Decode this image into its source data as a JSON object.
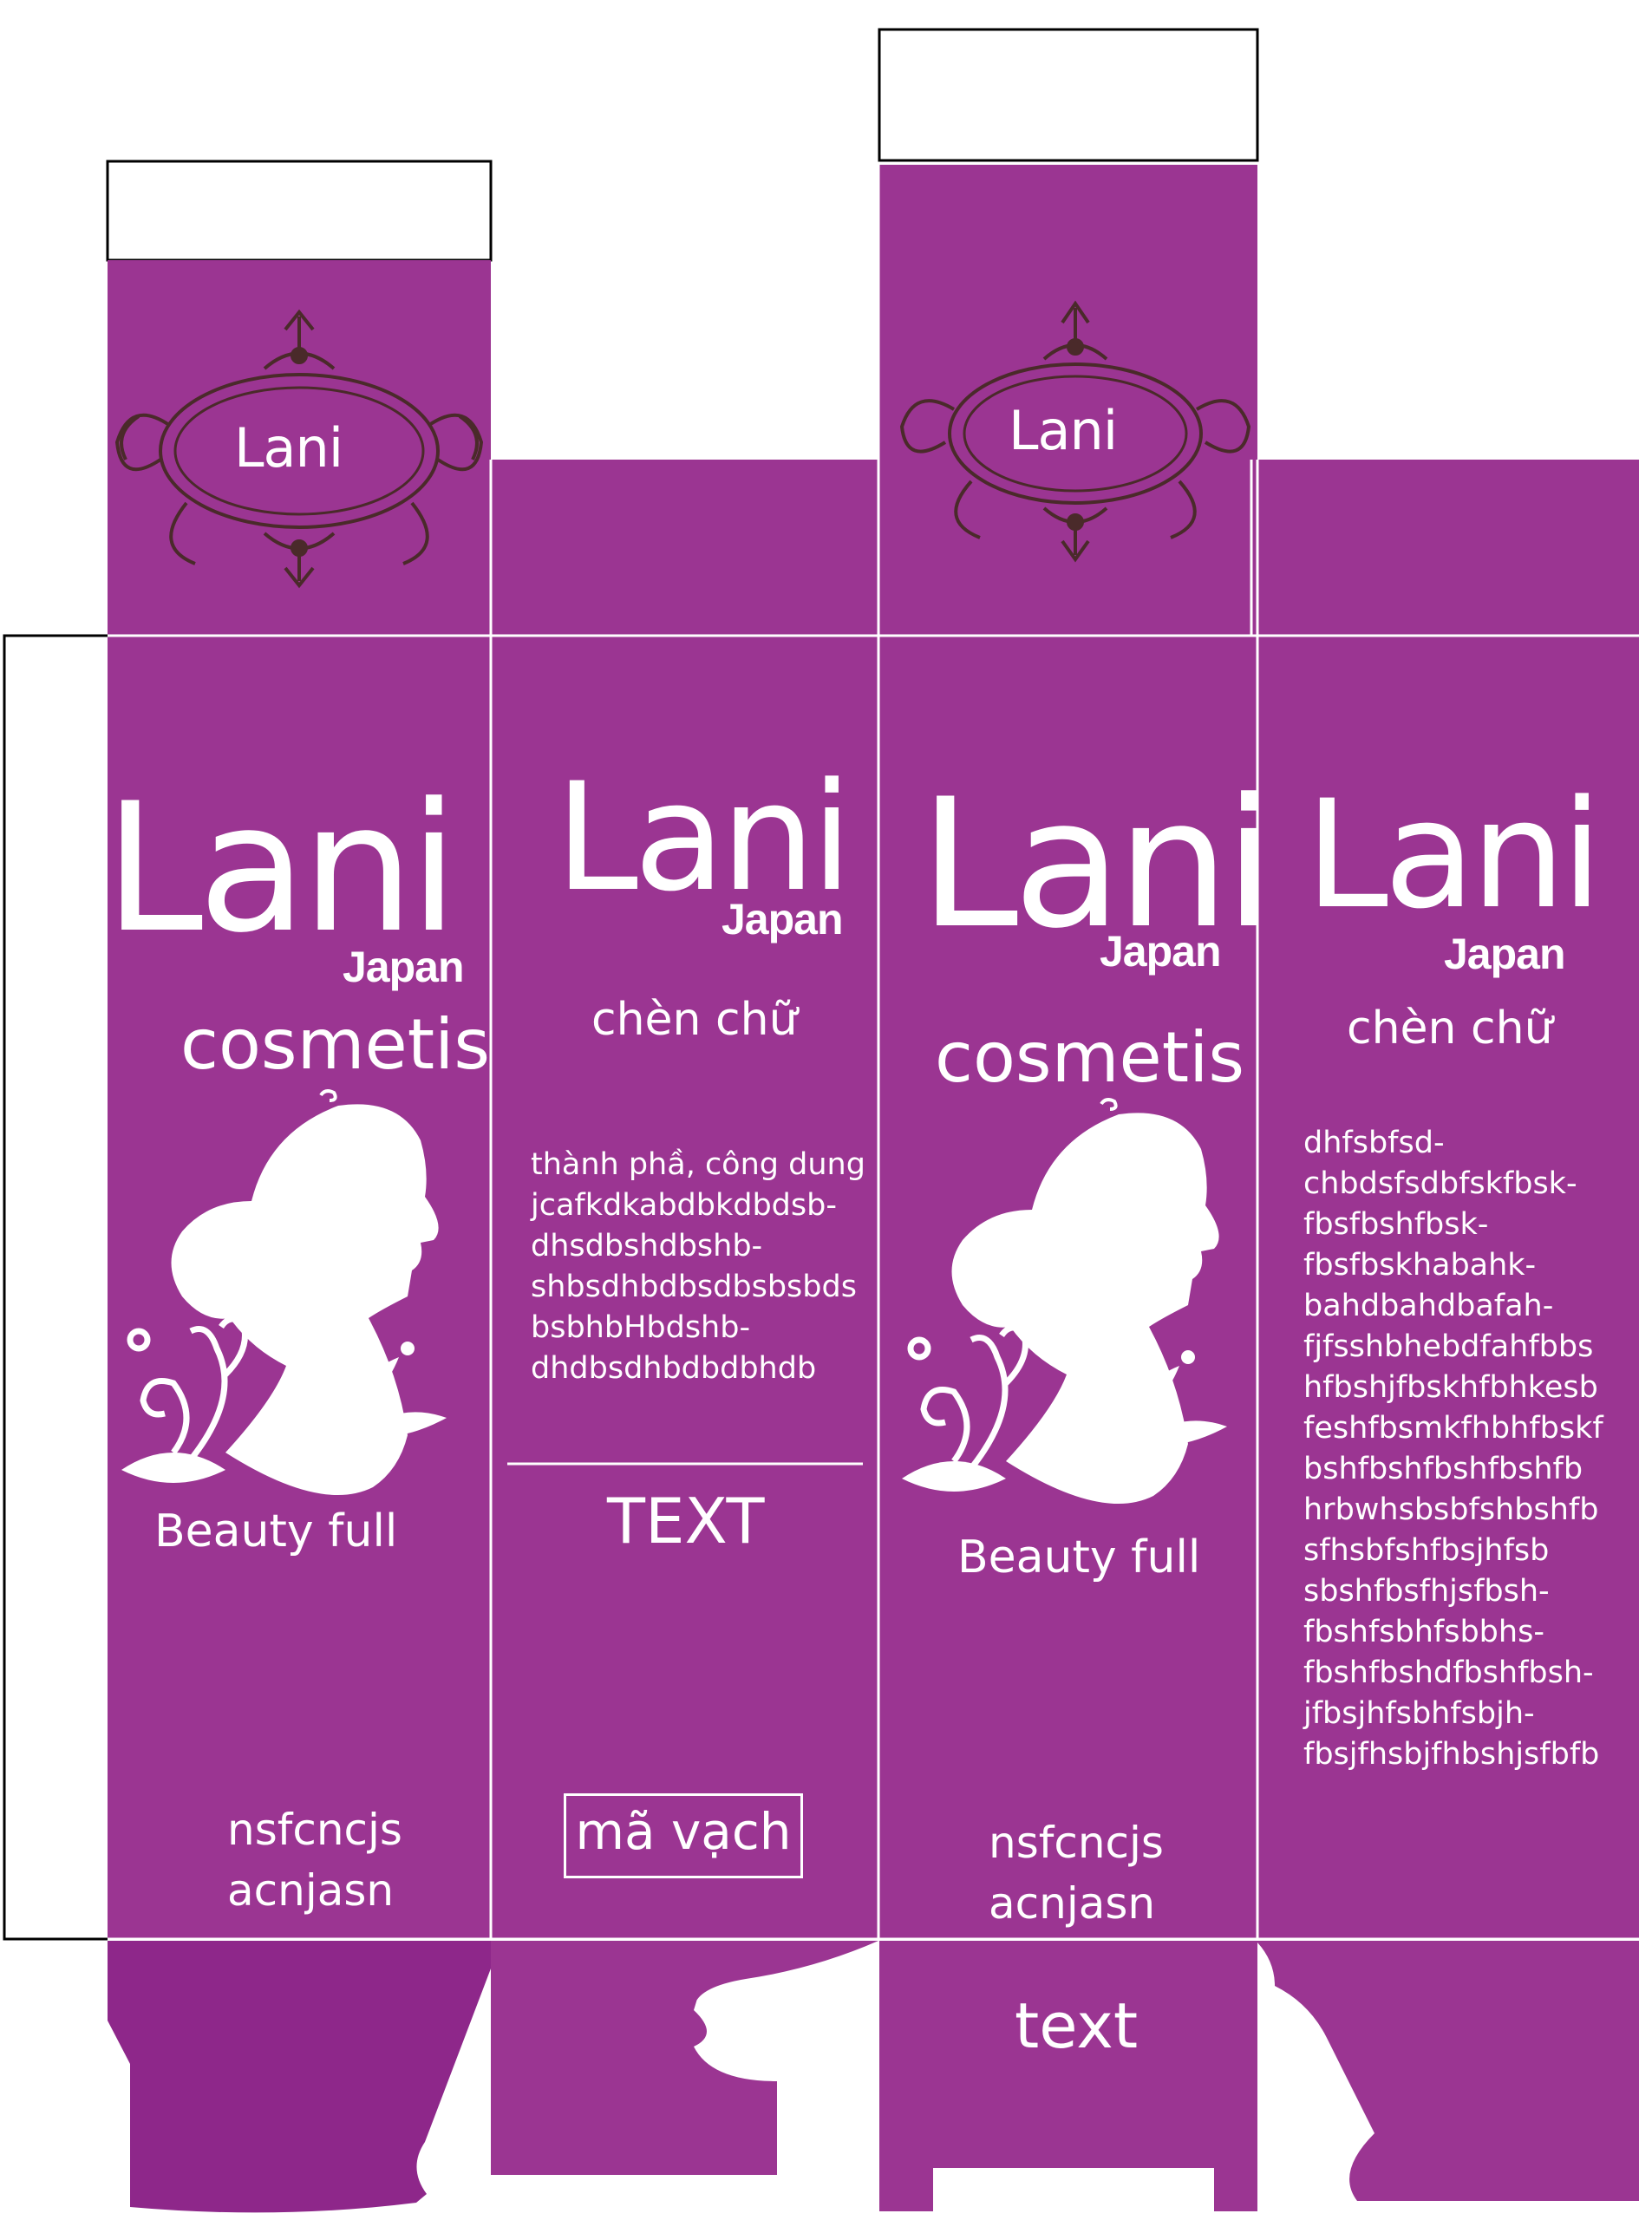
{
  "brand_color": "#9b3592",
  "dark_flap_color": "#8e278a",
  "ornament_color": "#4a2a2a",
  "panel1": {
    "seal": "Lani",
    "brand": "Lani",
    "origin": "Japan",
    "product": "cosmetis",
    "tagline": "Beauty full",
    "sig_line1": "nsfcncjs",
    "sig_line2": "acnjasn"
  },
  "panel2": {
    "brand": "Lani",
    "origin": "Japan",
    "placeholder": "chèn chữ",
    "info_lines": [
      "thành phầ, công dung",
      "jcafkdkabdbkdbdsb-",
      "dhsdbshdbshb-",
      "shbsdhbdbsdbsbsbds",
      "bsbhbHbdshb-",
      "dhdbsdhbdbdbhdb"
    ],
    "section_title": "TEXT",
    "barcode_label": "mã vạch"
  },
  "panel3": {
    "seal": "Lani",
    "brand": "Lani",
    "origin": "Japan",
    "product": "cosmetis",
    "tagline": "Beauty full",
    "sig_line1": "nsfcncjs",
    "sig_line2": "acnjasn",
    "bottom_label": "text"
  },
  "panel4": {
    "brand": "Lani",
    "origin": "Japan",
    "placeholder": "chèn chữ",
    "body_lines": [
      "dhfsbfsd-",
      "chbdsfsdbfskfbsk-",
      "fbsfbshfbsk-",
      "fbsfbskhabahk-",
      "bahdbahdbafah-",
      "fjfsshbhebdfahfbbs",
      "hfbshjfbskhfbhkesb",
      "feshfbsmkfhbhfbskf",
      "bshfbshfbshfbshfb",
      "hrbwhsbsbfshbshfb",
      "sfhsbfshfbsjhfsb",
      "sbshfbsfhjsfbsh-",
      "fbshfsbhfsbbhs-",
      "fbshfbshdfbshfbsh-",
      "jfbsjhfsbhfsbjh-",
      "fbsjfhsbjfhbshjsfbfb"
    ]
  }
}
